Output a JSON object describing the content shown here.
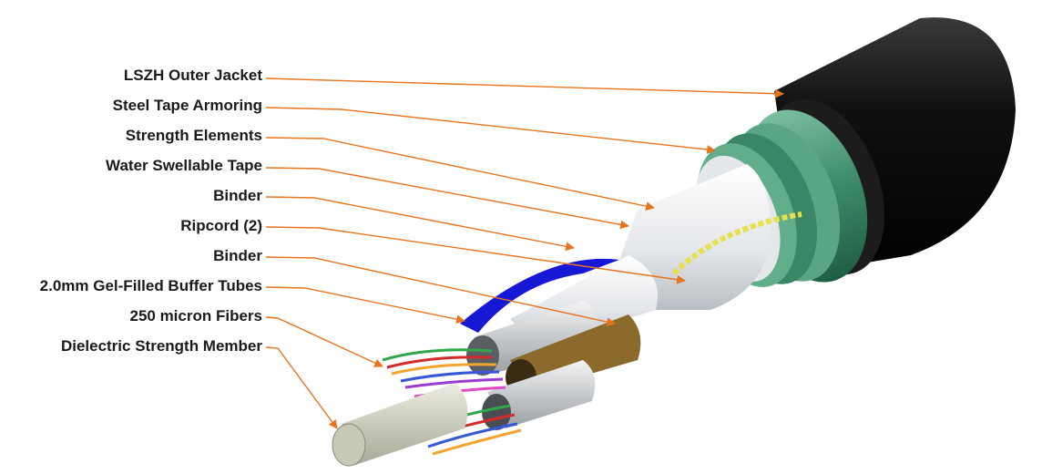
{
  "colors": {
    "leader_line": "#e8741e",
    "jacket": "#151515",
    "armor": "#3f8a6a",
    "binder_blue": "#1717d6",
    "ripcord": "#e6e04a",
    "tape": "#e6e9ec",
    "core_rod": "#d8d8c8"
  },
  "labels": [
    {
      "id": "outer-jacket",
      "text": "LSZH Outer Jacket"
    },
    {
      "id": "steel-tape",
      "text": "Steel Tape Armoring"
    },
    {
      "id": "strength-elements",
      "text": "Strength Elements"
    },
    {
      "id": "water-tape",
      "text": "Water Swellable Tape"
    },
    {
      "id": "binder-1",
      "text": "Binder"
    },
    {
      "id": "ripcord",
      "text": "Ripcord (2)"
    },
    {
      "id": "binder-2",
      "text": "Binder"
    },
    {
      "id": "buffer-tubes",
      "text": "2.0mm Gel-Filled Buffer Tubes"
    },
    {
      "id": "fibers",
      "text": "250 micron Fibers"
    },
    {
      "id": "strength-member",
      "text": "Dielectric Strength Member"
    }
  ]
}
